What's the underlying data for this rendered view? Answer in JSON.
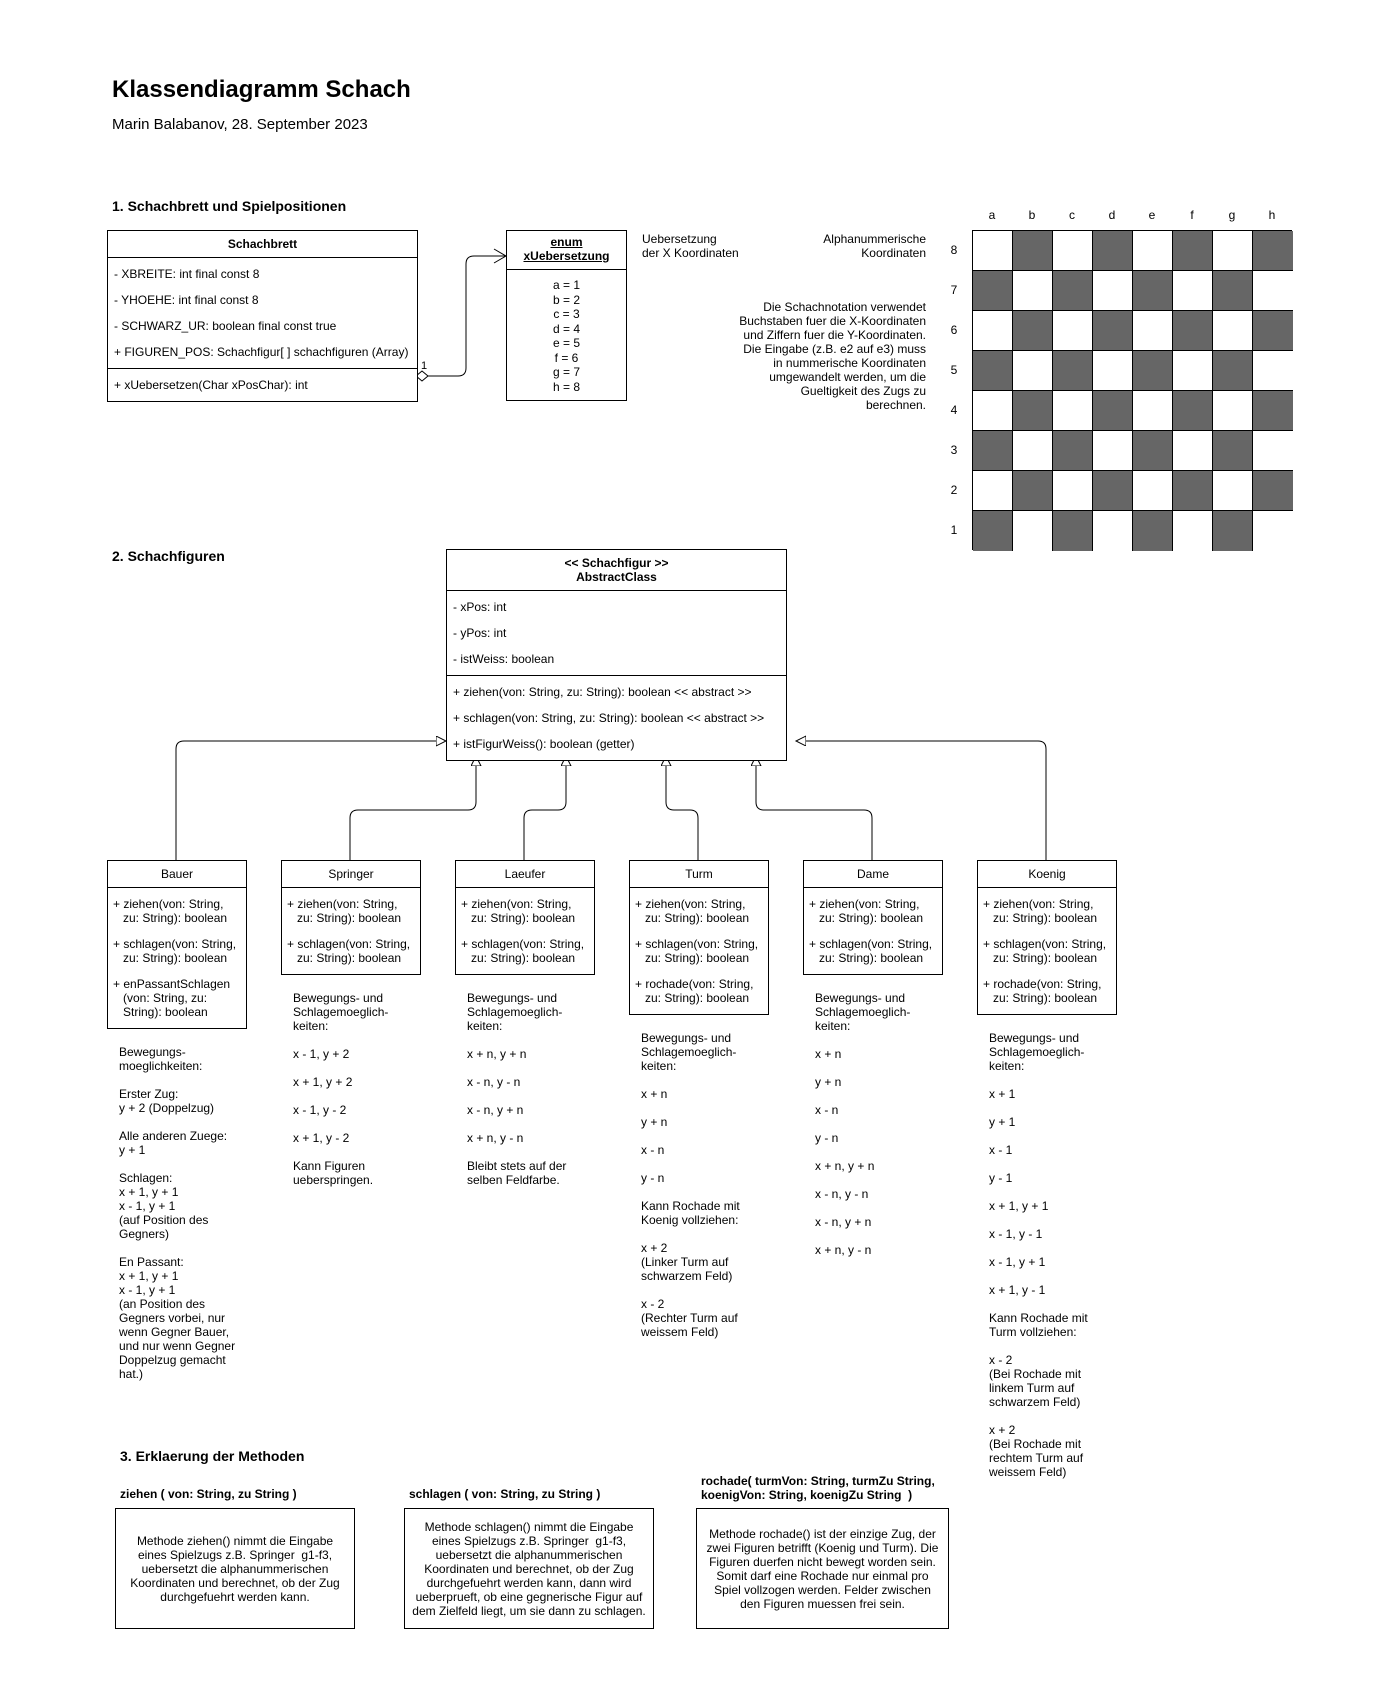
{
  "title": "Klassendiagramm Schach",
  "subtitle": "Marin Balabanov, 28. September 2023",
  "section1": "1. Schachbrett und Spielpositionen",
  "section2": "2. Schachfiguren",
  "section3": "3. Erklaerung der Methoden",
  "schachbrett": {
    "name": "Schachbrett",
    "attributes": [
      "- XBREITE: int final const 8",
      "- YHOEHE: int final const 8",
      "- SCHWARZ_UR: boolean final const true",
      "+ FIGUREN_POS: Schachfigur[ ] schachfiguren (Array)"
    ],
    "methods": [
      "+ xUebersetzen(Char xPosChar): int"
    ],
    "multiplicity": "1"
  },
  "enum": {
    "stereotype": "enum",
    "name": "xUebersetzung",
    "values": [
      "a = 1",
      "b = 2",
      "c = 3",
      "d = 4",
      "e = 5",
      "f = 6",
      "g = 7",
      "h = 8"
    ]
  },
  "notes": {
    "uebersetzung": "Uebersetzung\nder X Koordinaten",
    "alphanum": "Alphanummerische\nKoordinaten",
    "notation": "Die Schachnotation verwendet\nBuchstaben fuer die X-Koordinaten\nund Ziffern fuer die Y-Koordinaten.\nDie Eingabe (z.B. e2 auf e3) muss\nin nummerische Koordinaten\numgewandelt werden, um die\nGueltigkeit des Zugs zu\nberechnen."
  },
  "board": {
    "files": [
      "a",
      "b",
      "c",
      "d",
      "e",
      "f",
      "g",
      "h"
    ],
    "ranks": [
      "8",
      "7",
      "6",
      "5",
      "4",
      "3",
      "2",
      "1"
    ],
    "dark_color": "#666666",
    "light_color": "#ffffff"
  },
  "schachfigur": {
    "stereotype": "<< Schachfigur >>",
    "name": "AbstractClass",
    "attributes": [
      "- xPos: int",
      "- yPos: int",
      "- istWeiss: boolean"
    ],
    "methods": [
      "+ ziehen(von: String, zu: String): boolean << abstract >>",
      "+ schlagen(von: String, zu: String): boolean << abstract >>",
      "+ istFigurWeiss(): boolean (getter)"
    ]
  },
  "figures": [
    {
      "name": "Bauer",
      "methods": [
        "+ ziehen(von: String,\n   zu: String): boolean",
        "+ schlagen(von: String,\n   zu: String): boolean",
        "+ enPassantSchlagen\n   (von: String, zu:\n   String): boolean"
      ],
      "notes": [
        "Bewegungs-\nmoeglichkeiten:",
        "Erster Zug:\ny + 2 (Doppelzug)",
        "Alle anderen Zuege:\ny + 1",
        "Schlagen:\nx + 1, y + 1\nx - 1, y + 1\n(auf Position des\nGegners)",
        "En Passant:\nx + 1, y + 1\nx - 1, y + 1\n(an Position des\nGegners vorbei, nur\nwenn Gegner Bauer,\nund nur wenn Gegner\nDoppelzug gemacht\nhat.)"
      ]
    },
    {
      "name": "Springer",
      "methods": [
        "+ ziehen(von: String,\n   zu: String): boolean",
        "+ schlagen(von: String,\n   zu: String): boolean"
      ],
      "notes": [
        "Bewegungs- und\nSchlagemoeglich-\nkeiten:",
        "x - 1, y + 2",
        "x + 1, y + 2",
        "x - 1, y - 2",
        "x + 1, y - 2",
        "Kann Figuren\nueberspringen."
      ]
    },
    {
      "name": "Laeufer",
      "methods": [
        "+ ziehen(von: String,\n   zu: String): boolean",
        "+ schlagen(von: String,\n   zu: String): boolean"
      ],
      "notes": [
        "Bewegungs- und\nSchlagemoeglich-\nkeiten:",
        "x + n, y + n",
        "x - n, y - n",
        "x - n, y + n",
        "x + n, y - n",
        "Bleibt stets auf der\nselben Feldfarbe."
      ]
    },
    {
      "name": "Turm",
      "methods": [
        "+ ziehen(von: String,\n   zu: String): boolean",
        "+ schlagen(von: String,\n   zu: String): boolean",
        "+ rochade(von: String,\n   zu: String): boolean"
      ],
      "notes": [
        "Bewegungs- und\nSchlagemoeglich-\nkeiten:",
        "x + n",
        "y + n",
        "x - n",
        "y - n",
        "Kann Rochade mit\nKoenig vollziehen:",
        "x + 2\n(Linker Turm auf\nschwarzem Feld)",
        "x - 2\n(Rechter Turm auf\nweissem Feld)"
      ]
    },
    {
      "name": "Dame",
      "methods": [
        "+ ziehen(von: String,\n   zu: String): boolean",
        "+ schlagen(von: String,\n   zu: String): boolean"
      ],
      "notes": [
        "Bewegungs- und\nSchlagemoeglich-\nkeiten:",
        "x + n",
        "y + n",
        "x - n",
        "y - n",
        "x + n, y + n",
        "x - n, y - n",
        "x - n, y + n",
        "x + n, y - n"
      ]
    },
    {
      "name": "Koenig",
      "methods": [
        "+ ziehen(von: String,\n   zu: String): boolean",
        "+ schlagen(von: String,\n   zu: String): boolean",
        "+ rochade(von: String,\n   zu: String): boolean"
      ],
      "notes": [
        "Bewegungs- und\nSchlagemoeglich-\nkeiten:",
        "x + 1",
        "y + 1",
        "x - 1",
        "y - 1",
        "x + 1, y + 1",
        "x - 1, y - 1",
        "x - 1, y + 1",
        "x + 1, y - 1",
        "Kann Rochade mit\nTurm vollziehen:",
        "x - 2\n(Bei Rochade mit\nlinkem Turm auf\nschwarzem Feld)",
        "x + 2\n(Bei Rochade mit\nrechtem Turm auf\nweissem Feld)"
      ]
    }
  ],
  "explanations": [
    {
      "title": "ziehen ( von: String, zu String )",
      "text": "Methode ziehen() nimmt die Eingabe\neines Spielzugs z.B. Springer  g1-f3,\nuebersetzt die alphanummerischen\nKoordinaten und berechnet, ob der Zug\ndurchgefuehrt werden kann."
    },
    {
      "title": "schlagen ( von: String, zu String )",
      "text": "Methode schlagen() nimmt die Eingabe\neines Spielzugs z.B. Springer  g1-f3,\nuebersetzt die alphanummerischen\nKoordinaten und berechnet, ob der Zug\ndurchgefuehrt werden kann, dann wird\nueberprueft, ob eine gegnerische Figur auf\ndem Zielfeld liegt, um sie dann zu schlagen."
    },
    {
      "title": "rochade( turmVon: String, turmZu String,\nkoenigVon: String, koenigZu String  )",
      "text": "Methode rochade() ist der einzige Zug, der\nzwei Figuren betrifft (Koenig und Turm). Die\nFiguren duerfen nicht bewegt worden sein.\nSomit darf eine Rochade nur einmal pro\nSpiel vollzogen werden. Felder zwischen\nden Figuren muessen frei sein."
    }
  ]
}
